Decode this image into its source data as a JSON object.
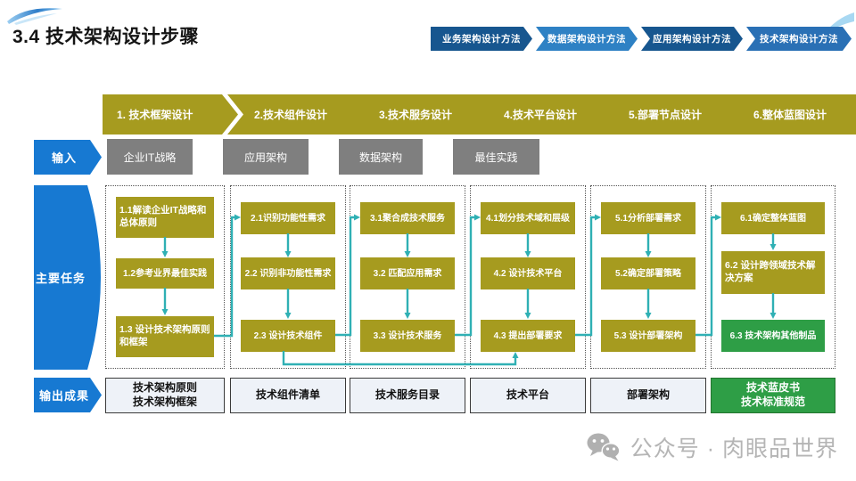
{
  "title": "3.4 技术架构设计步骤",
  "nav_tabs": [
    "业务架构设计方法",
    "数据架构设计方法",
    "应用架构设计方法",
    "技术架构设计方法"
  ],
  "steps": [
    "1. 技术框架设计",
    "2.技术组件设计",
    "3.技术服务设计",
    "4.技术平台设计",
    "5.部署节点设计",
    "6.整体蓝图设计"
  ],
  "row_labels": {
    "input": "输入",
    "tasks": "主要任务",
    "output": "输出成果"
  },
  "inputs": [
    "企业IT战略",
    "应用架构",
    "数据架构",
    "最佳实践"
  ],
  "columns": [
    {
      "tasks": [
        "1.1解读企业IT战略和总体原则",
        "1.2参考业界最佳实践",
        "1.3 设计技术架构原则和框架"
      ]
    },
    {
      "tasks": [
        "2.1识别功能性需求",
        "2.2 识别非功能性需求",
        "2.3 设计技术组件"
      ]
    },
    {
      "tasks": [
        "3.1聚合成技术服务",
        "3.2 匹配应用需求",
        "3.3 设计技术服务"
      ]
    },
    {
      "tasks": [
        "4.1划分技术域和层级",
        "4.2 设计技术平台",
        "4.3 提出部署要求"
      ]
    },
    {
      "tasks": [
        "5.1分析部署需求",
        "5.2确定部署策略",
        "5.3 设计部署架构"
      ]
    },
    {
      "tasks": [
        "6.1确定整体蓝图",
        "6.2 设计跨领域技术解决方案",
        "6.3 技术架构其他制品"
      ]
    }
  ],
  "outputs": [
    "技术架构原则\n技术架构框架",
    "技术组件清单",
    "技术服务目录",
    "技术平台",
    "部署架构",
    "技术蓝皮书\n技术标准规范"
  ],
  "watermark": "公众号 · 肉眼品世界",
  "colors": {
    "accent_blue": "#1779d2",
    "olive": "#a69b1f",
    "teal_connector": "#2fb0b4",
    "green_highlight": "#2e9e46",
    "gray_input": "#7f7f7f",
    "tab_dark_blue": "#17568f",
    "tab_light_blue": "#2e81c4",
    "tab_mid_blue": "#2a70b5"
  }
}
